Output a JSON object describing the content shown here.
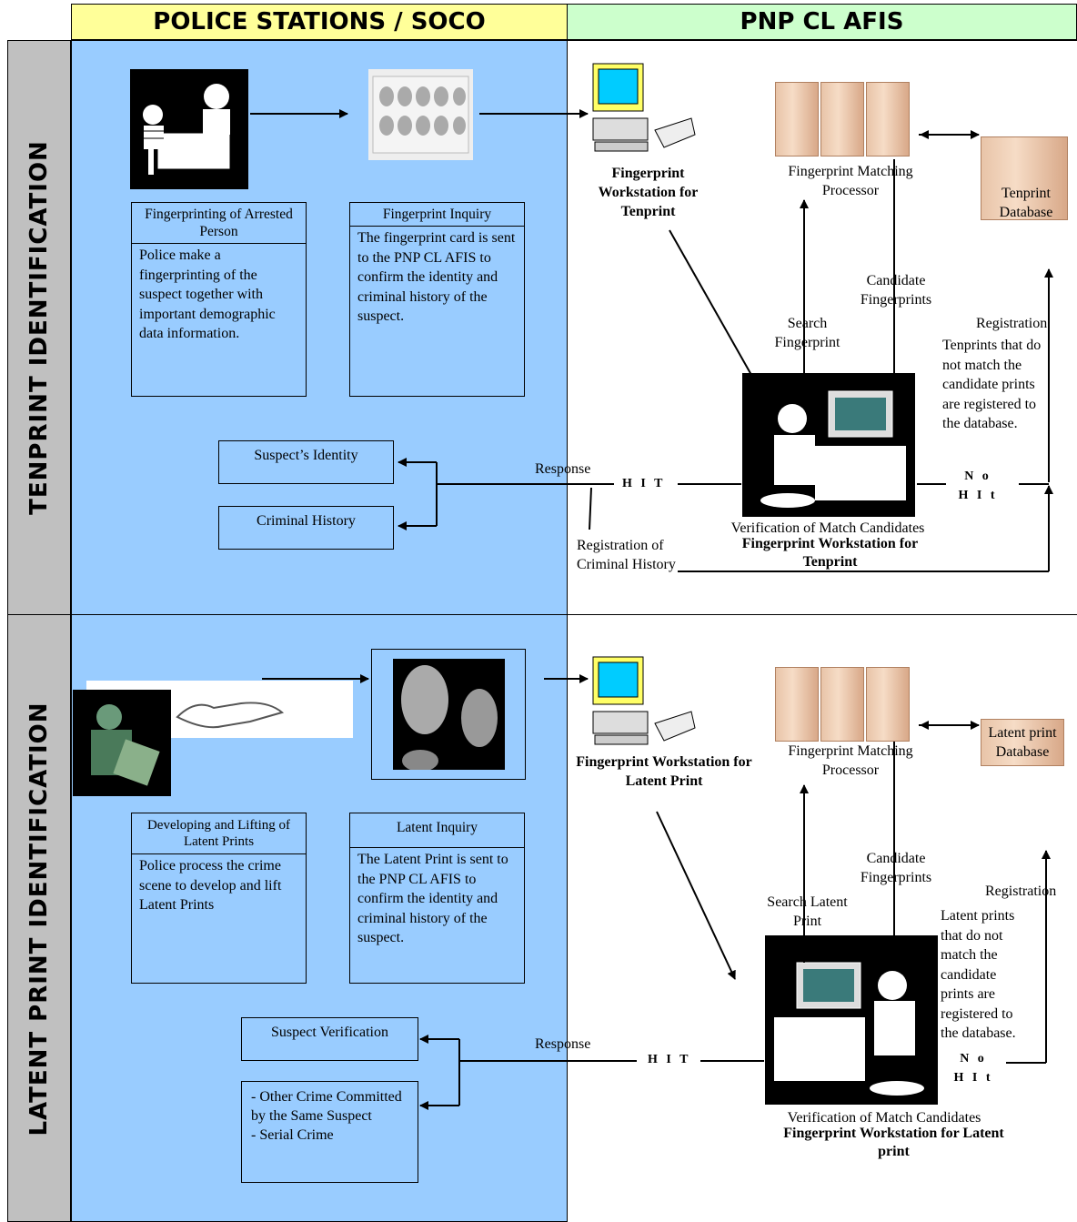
{
  "headers": {
    "left": "POLICE STATIONS / SOCO",
    "right": "PNP CL AFIS"
  },
  "rows": {
    "tenprint": "TENPRINT IDENTIFICATION",
    "latent": "LATENT PRINT IDENTIFICATION"
  },
  "tenprint": {
    "box1_title": "Fingerprinting of Arrested Person",
    "box1_body": "Police make a fingerprinting of the suspect together with important demographic data information.",
    "box2_title": "Fingerprint Inquiry",
    "box2_body": "The fingerprint card is sent to the PNP CL AFIS to confirm the identity and criminal history of the suspect.",
    "suspect_identity": "Suspect’s Identity",
    "criminal_history": "Criminal History",
    "response": "Response",
    "hit": "H I T",
    "no_hit_1": "N o",
    "no_hit_2": "H I t",
    "registration_criminal": "Registration of Criminal History",
    "workstation_label": "Fingerprint Workstation for Tenprint",
    "matching_processor": "Fingerprint Matching Processor",
    "database": "Tenprint Database",
    "candidate": "Candidate Fingerprints",
    "search": "Search Fingerprint",
    "registration": "Registration",
    "registration_note": "Tenprints that do not match the candidate prints are registered to the database.",
    "verification": "Verification of Match Candidates",
    "verification_ws": "Fingerprint Workstation for Tenprint"
  },
  "latent": {
    "box1_title": "Developing and Lifting of Latent Prints",
    "box1_body": "Police process the crime scene to develop and lift Latent Prints",
    "box2_title": "Latent Inquiry",
    "box2_body": "The Latent Print is sent to the PNP CL AFIS to confirm the identity and criminal history of the suspect.",
    "suspect_verification": "Suspect Verification",
    "other_crime": "- Other Crime Committed by the Same Suspect\n- Serial Crime",
    "response": "Response",
    "hit": "H I T",
    "no_hit_1": "N o",
    "no_hit_2": "H I t",
    "workstation_label": "Fingerprint Workstation for Latent Print",
    "matching_processor": "Fingerprint Matching Processor",
    "database": "Latent print Database",
    "candidate": "Candidate Fingerprints",
    "search": "Search Latent Print",
    "registration": "Registration",
    "registration_note": "Latent prints that do not match the candidate prints are registered to the database.",
    "verification": "Verification of Match Candidates",
    "verification_ws": "Fingerprint Workstation for Latent print"
  }
}
